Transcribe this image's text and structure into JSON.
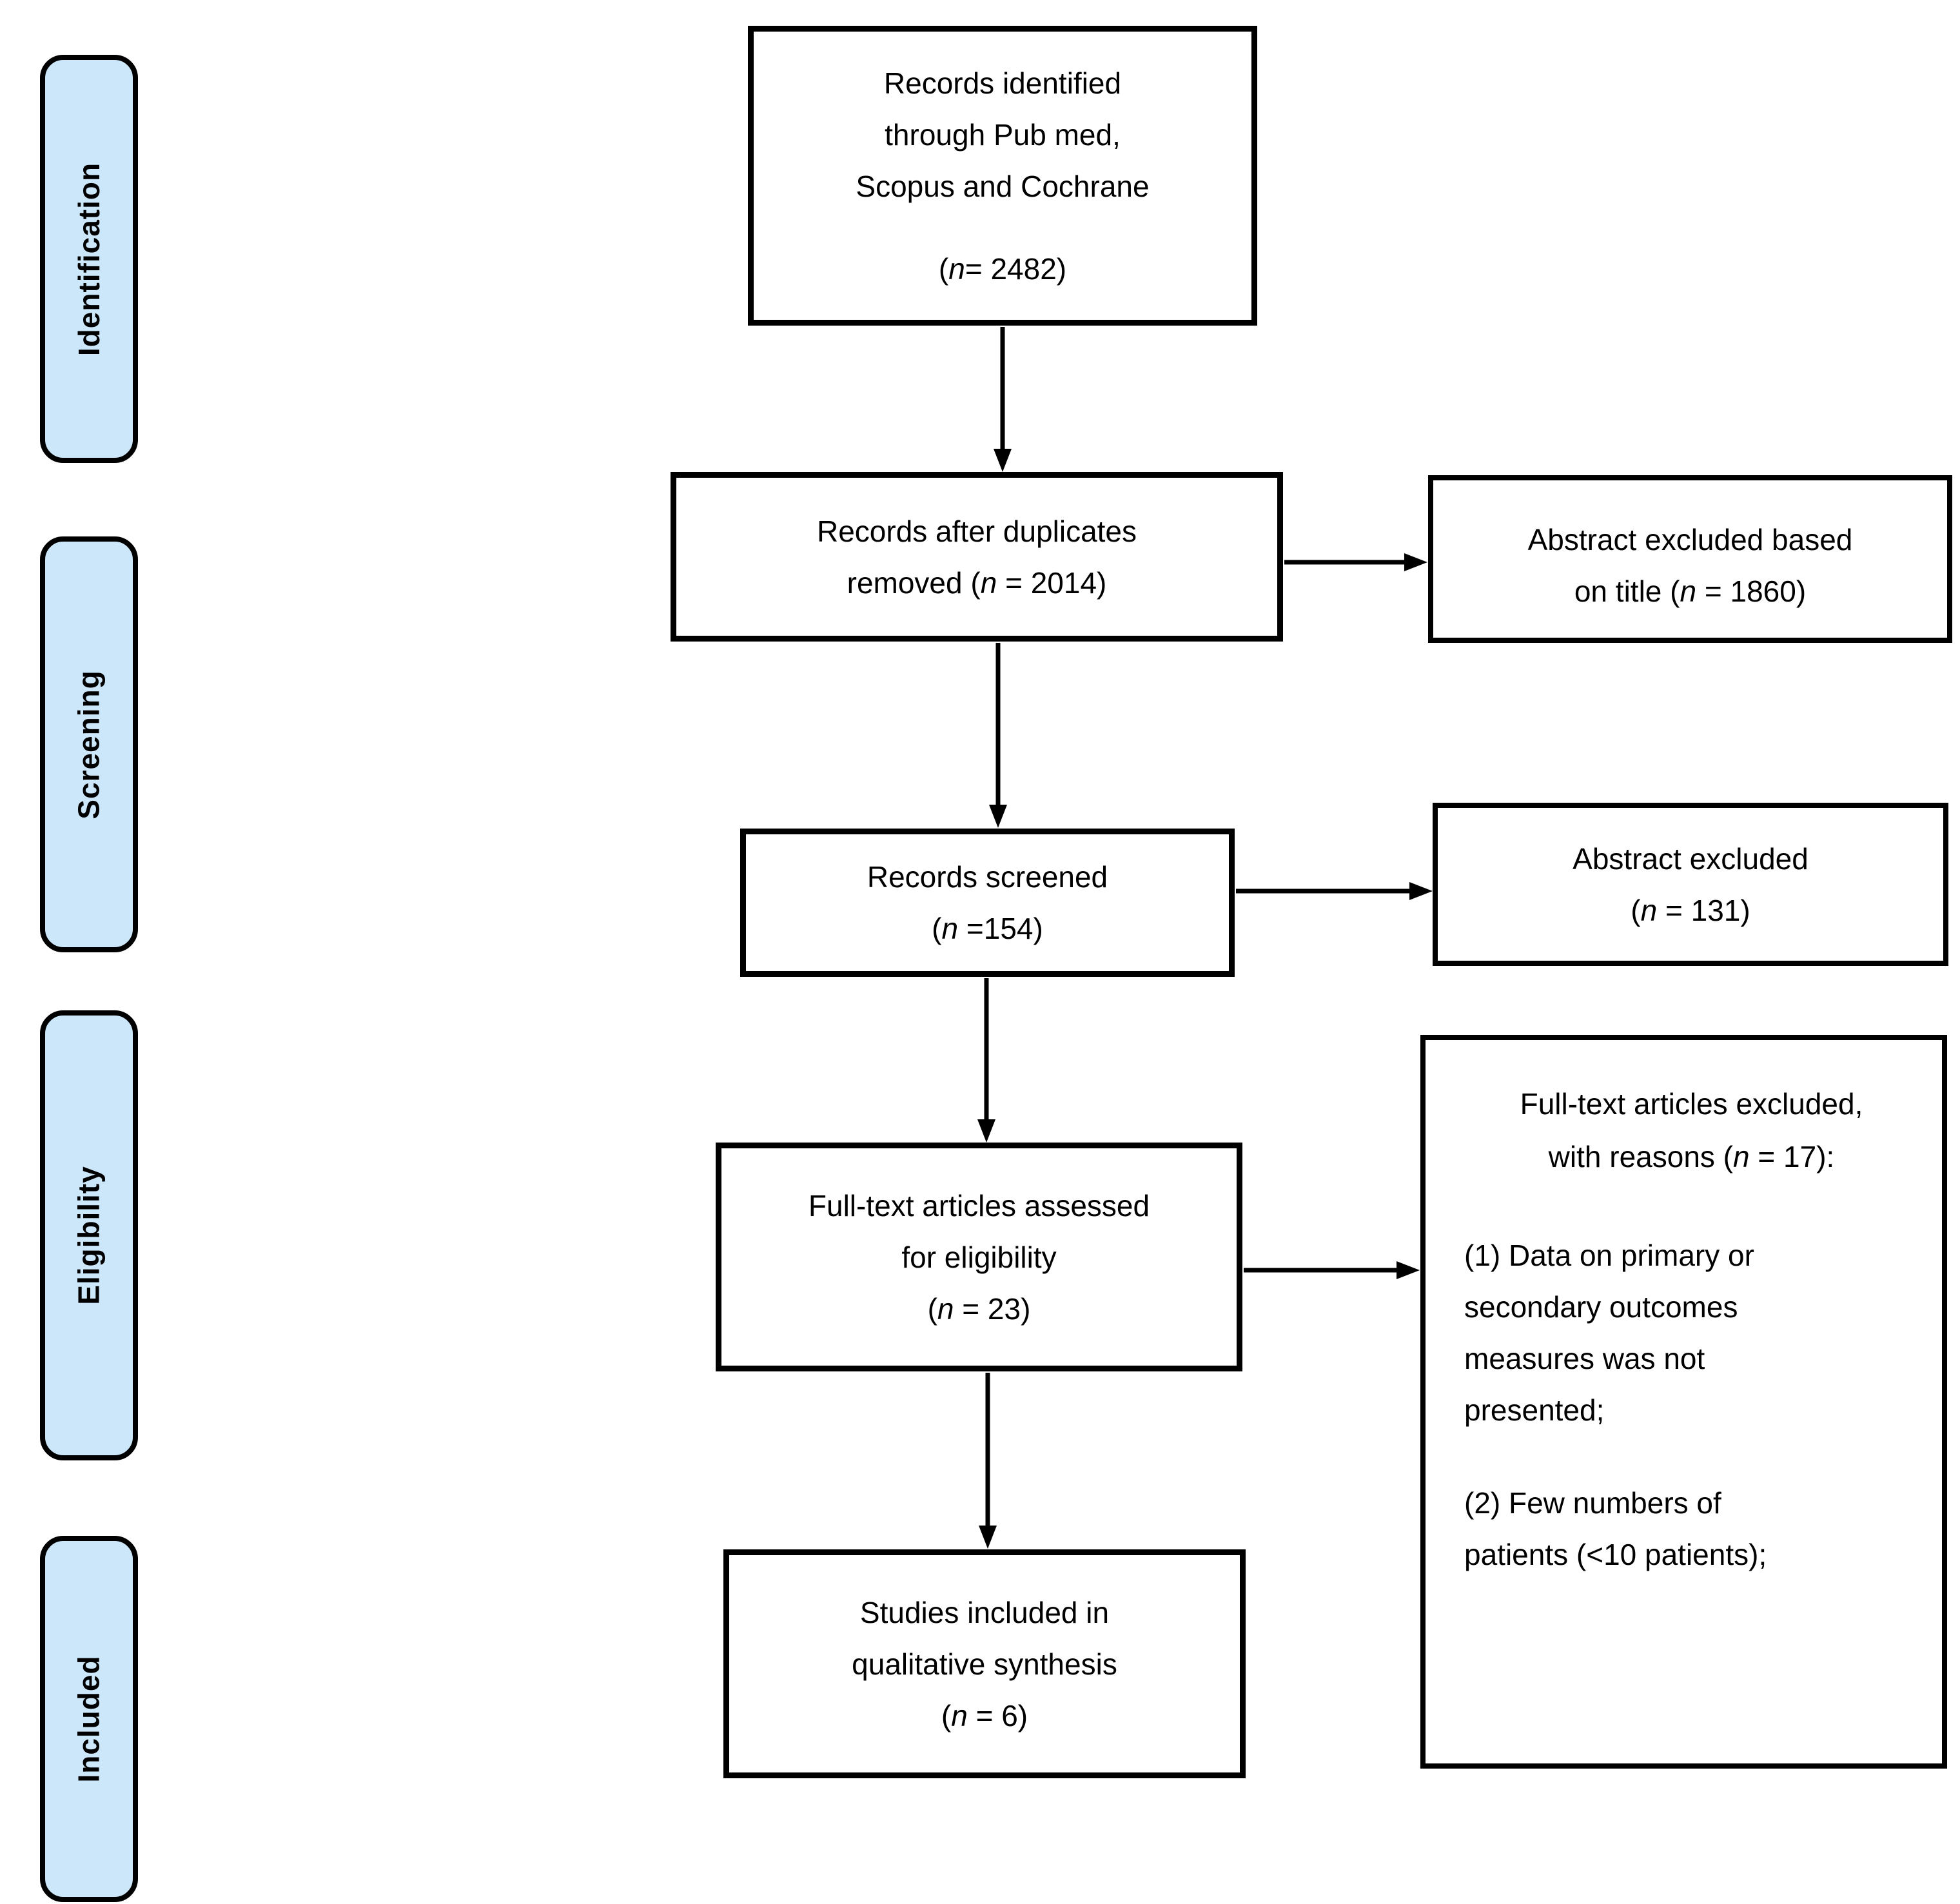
{
  "sidebar": {
    "fill": "#cde7fa",
    "border": "#000000",
    "labels": [
      {
        "text": "Identification"
      },
      {
        "text": "Screening"
      },
      {
        "text": "Eligibility"
      },
      {
        "text": "Included"
      }
    ]
  },
  "flow": {
    "identified": {
      "lines": [
        "Records identified",
        "through Pub med,",
        "Scopus and Cochrane"
      ],
      "n": "(n= 2482)"
    },
    "deduplicated": {
      "lines": [
        "Records after duplicates",
        "removed (n = 2014)"
      ]
    },
    "screened": {
      "lines": [
        "Records screened"
      ],
      "n": "(n =154)"
    },
    "fulltext": {
      "lines": [
        "Full-text articles assessed",
        "for eligibility"
      ],
      "n": "(n = 23)"
    },
    "included": {
      "lines": [
        "Studies included in",
        "qualitative synthesis"
      ],
      "n": "(n = 6)"
    }
  },
  "exclusions": {
    "title_excluded": {
      "lines": [
        "Abstract excluded based",
        "on title (n = 1860)"
      ]
    },
    "abstract_excluded": {
      "lines": [
        "Abstract excluded"
      ],
      "n": "(n = 131)"
    },
    "fulltext_excluded": {
      "header_lines": [
        "Full-text articles excluded,",
        "with reasons (n = 17):"
      ],
      "reasons": [
        "(1) Data on primary or secondary outcomes measures was not presented;",
        "(2) Few numbers of patients (<10 patients);"
      ]
    }
  }
}
